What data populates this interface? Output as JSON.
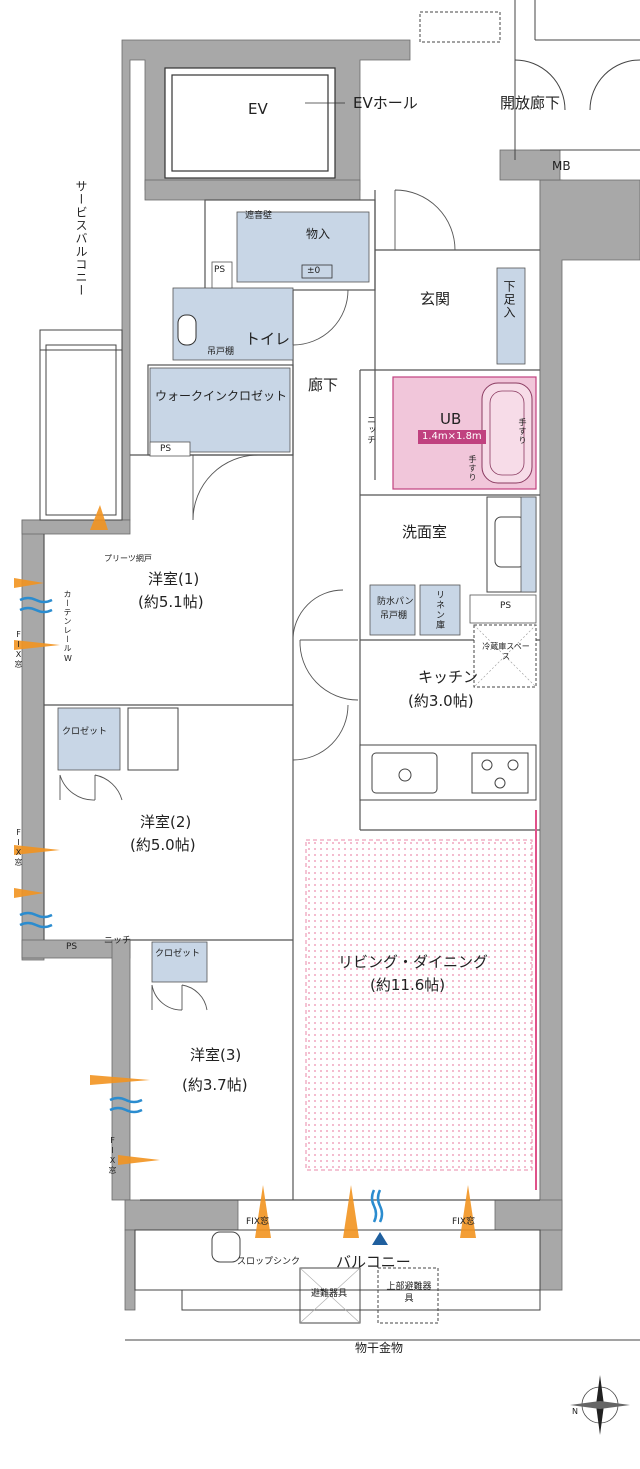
{
  "colors": {
    "wall": "#a8a8a8",
    "wall_edge": "#6a6a6a",
    "storage": "#c8d6e6",
    "bath": "#f1c6da",
    "bath_border": "#c0417f",
    "living_dots": "#f0a6bf",
    "window_arrow": "#f29420",
    "breeze": "#2b8ccf"
  },
  "labels": {
    "ev": "EV",
    "ev_hall": "EVホール",
    "open_corridor": "開放廊下",
    "mb": "MB",
    "service_balcony": "サービスバルコニー",
    "soundproof_wall": "遮音壁",
    "storage": "物入",
    "plus_minus": "±0",
    "ps": "PS",
    "genkan": "玄関",
    "shoe_box": "下足入",
    "toilet": "トイレ",
    "hanging_shelf": "吊戸棚",
    "corridor": "廊下",
    "walk_in_closet": "ウォークインクロゼット",
    "niche": "ニッチ",
    "ub": "UB",
    "ub_size": "1.4m×1.8m",
    "handrail": "手すり",
    "washroom": "洗面室",
    "waterproof_pan": "防水パン",
    "linen": "リネン庫",
    "pleated_screen": "プリーツ網戸",
    "room1": "洋室(1)",
    "room1_size": "(約5.1帖)",
    "curtain_rail": "カーテンレール",
    "w": "W",
    "fix_window": "FIX窓",
    "fridge": "冷蔵庫スペース",
    "kitchen": "キッチン",
    "kitchen_size": "(約3.0帖)",
    "closet": "クロゼット",
    "room2": "洋室(2)",
    "room2_size": "(約5.0帖)",
    "living": "リビング・ダイニング",
    "living_size": "(約11.6帖)",
    "room3": "洋室(3)",
    "room3_size": "(約3.7帖)",
    "slop_sink": "スロップシンク",
    "balcony": "バルコニー",
    "evac_equipment": "避難器具",
    "upper_evac": "上部避難器具",
    "clothes_hanger": "物干金物",
    "north": "N"
  }
}
